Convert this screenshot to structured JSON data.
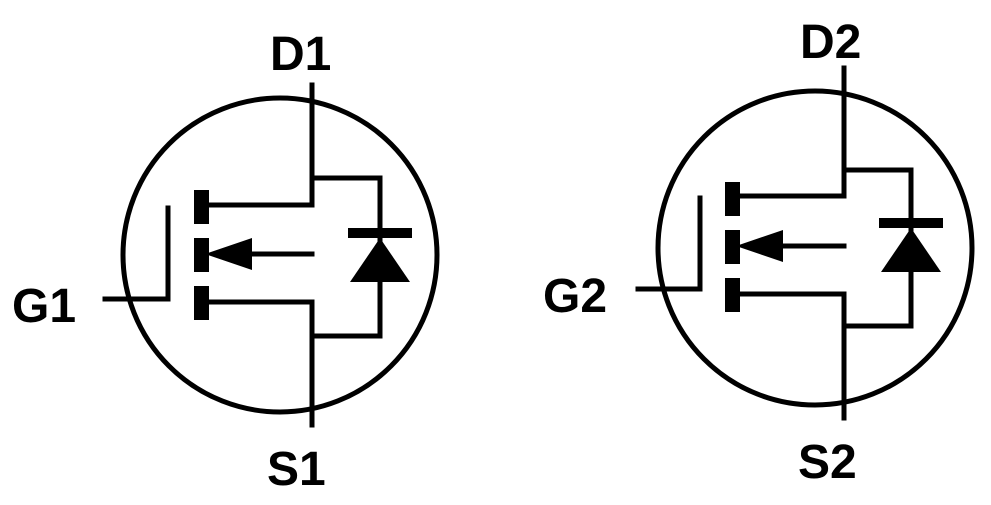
{
  "diagram": {
    "colors": {
      "line": "#000000",
      "background": "#ffffff"
    },
    "transistors": [
      {
        "symbol": "n-channel-mosfet-with-body-diode",
        "labels": {
          "drain": "D1",
          "gate": "G1",
          "source": "S1"
        }
      },
      {
        "symbol": "n-channel-mosfet-with-body-diode",
        "labels": {
          "drain": "D2",
          "gate": "G2",
          "source": "S2"
        }
      }
    ]
  }
}
